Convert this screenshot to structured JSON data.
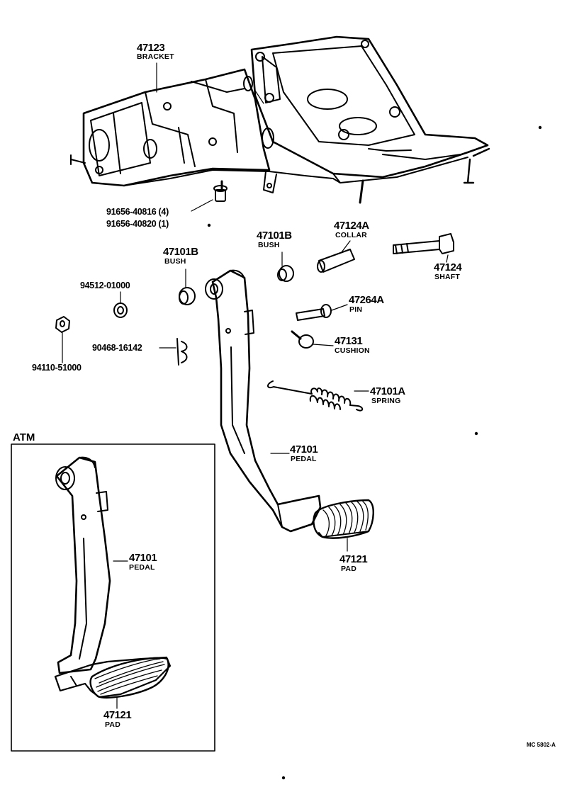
{
  "callouts": {
    "bracket": {
      "number": "47123",
      "name": "BRACKET"
    },
    "bolt": {
      "line1": "91656-40816 (4)",
      "line2": "91656-40820 (1)"
    },
    "bush_top": {
      "number": "47101B",
      "name": "BUSH"
    },
    "collar": {
      "number": "47124A",
      "name": "COLLAR"
    },
    "shaft": {
      "number": "47124",
      "name": "SHAFT"
    },
    "bush_left": {
      "number": "47101B",
      "name": "BUSH"
    },
    "washer": {
      "number": "94512-01000"
    },
    "pin": {
      "number": "47264A",
      "name": "PIN"
    },
    "cushion": {
      "number": "47131",
      "name": "CUSHION"
    },
    "clip": {
      "number": "90468-16142"
    },
    "nut": {
      "number": "94110-51000"
    },
    "spring": {
      "number": "47101A",
      "name": "SPRING"
    },
    "pedal": {
      "number": "47101",
      "name": "PEDAL"
    },
    "pad": {
      "number": "47121",
      "name": "PAD"
    },
    "atm_pedal": {
      "number": "47101",
      "name": "PEDAL"
    },
    "atm_pad": {
      "number": "47121",
      "name": "PAD"
    }
  },
  "atm_box": {
    "label": "ATM"
  },
  "drawing_code": "MC 5802-A"
}
